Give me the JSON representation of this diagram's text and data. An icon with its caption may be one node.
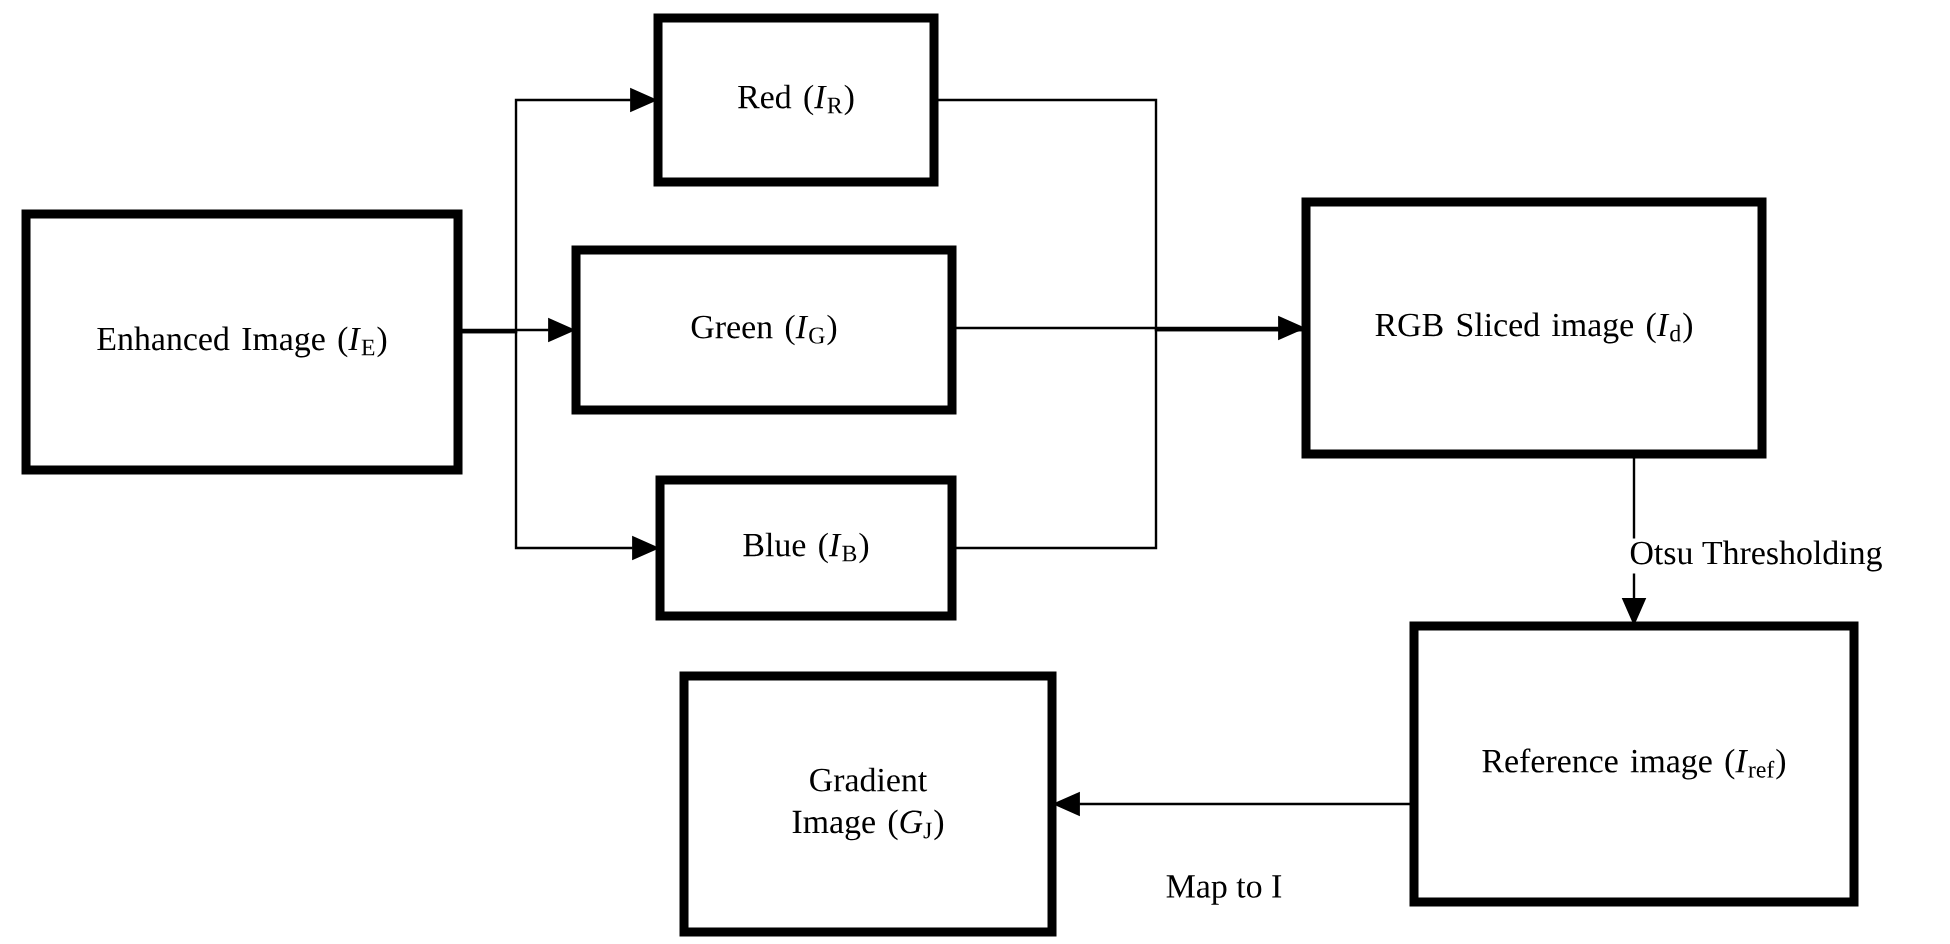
{
  "diagram": {
    "nodes": [
      {
        "text": [
          "Enhanced Image (*I*$_{E}$)"
        ]
      },
      {
        "text": [
          "Red (*I*$_{R}$)"
        ]
      },
      {
        "text": [
          "Green (*I*$_{G}$)"
        ]
      },
      {
        "text": [
          "Blue (*I*$_{B}$)"
        ]
      },
      {
        "text": [
          "RGB Sliced image (*I*$_{d}$)"
        ]
      },
      {
        "text": [
          "Reference image (*I*$_{ref}$)"
        ]
      },
      {
        "text": [
          "Gradient Image (*G*$_{J}$)"
        ]
      }
    ],
    "edges": [
      {
        "from": 0,
        "to": 1,
        "arrow": "to"
      },
      {
        "from": 0,
        "to": 2,
        "arrow": "to"
      },
      {
        "from": 0,
        "to": 3,
        "arrow": "to"
      },
      {
        "from": 1,
        "to": 4,
        "arrow": "none"
      },
      {
        "from": 2,
        "to": 4,
        "arrow": "to"
      },
      {
        "from": 3,
        "to": 4,
        "arrow": "none"
      },
      {
        "from": 4,
        "to": 5,
        "label": "Otsu Thresholding",
        "arrow": "to"
      },
      {
        "from": 5,
        "to": 6,
        "label": "Map to I",
        "arrow": "to"
      }
    ]
  }
}
